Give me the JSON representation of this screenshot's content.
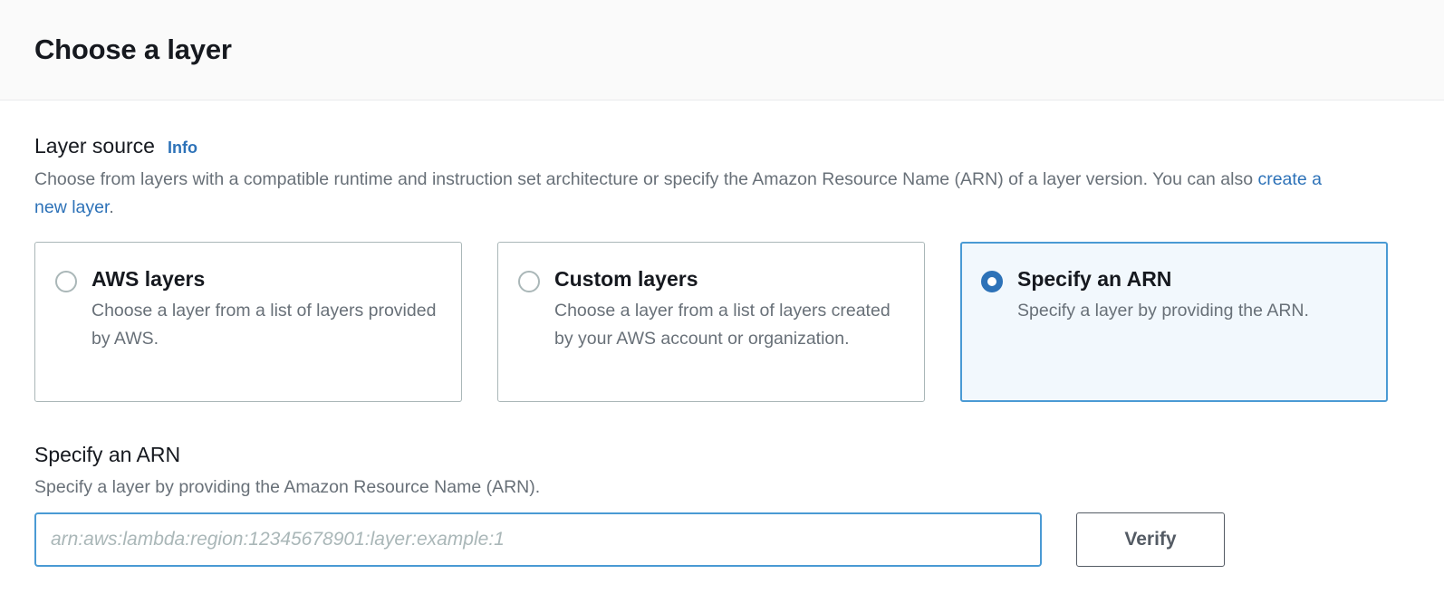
{
  "header": {
    "title": "Choose a layer"
  },
  "layer_source": {
    "label": "Layer source",
    "info_link": "Info",
    "description_part1": "Choose from layers with a compatible runtime and instruction set architecture or specify the Amazon Resource Name (ARN) of a layer version. You can also ",
    "description_link": "create a new layer",
    "description_part2": ".",
    "options": [
      {
        "title": "AWS layers",
        "description": "Choose a layer from a list of layers provided by AWS.",
        "selected": false
      },
      {
        "title": "Custom layers",
        "description": "Choose a layer from a list of layers created by your AWS account or organization.",
        "selected": false
      },
      {
        "title": "Specify an ARN",
        "description": "Specify a layer by providing the ARN.",
        "selected": true
      }
    ]
  },
  "arn_section": {
    "label": "Specify an ARN",
    "description": "Specify a layer by providing the Amazon Resource Name (ARN).",
    "input_value": "",
    "input_placeholder": "arn:aws:lambda:region:12345678901:layer:example:1",
    "verify_label": "Verify"
  },
  "colors": {
    "accent_blue": "#2d72b8",
    "selected_border": "#4a9ad4",
    "selected_bg": "#f2f8fd",
    "card_border": "#aab7b8",
    "text_dark": "#16191f",
    "text_muted": "#687078",
    "button_border": "#545b64",
    "header_bg": "#fafafa"
  }
}
